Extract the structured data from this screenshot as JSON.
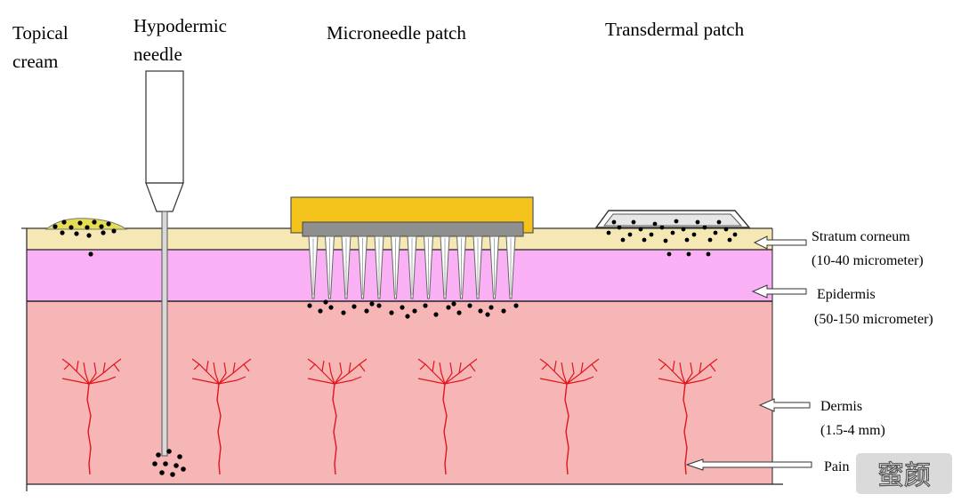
{
  "title_labels": {
    "topical_cream": [
      "Topical",
      "cream"
    ],
    "hypodermic_needle": [
      "Hypodermic",
      "needle"
    ],
    "microneedle_patch": "Microneedle patch",
    "transdermal_patch": "Transdermal patch"
  },
  "layers": {
    "stratum_corneum": [
      "Stratum corneum",
      "(10-40 micrometer)"
    ],
    "epidermis": [
      "Epidermis",
      "(50-150 micrometer)"
    ],
    "dermis": [
      "Dermis",
      "(1.5-4 mm)"
    ],
    "pain": "Pain"
  },
  "watermark": "蜜颜",
  "colors": {
    "stratum_corneum": "#f5e8b4",
    "epidermis": "#f9b0f4",
    "dermis": "#f7b6b6",
    "patch_gold": "#f3c21b",
    "patch_base": "#8f8f8f",
    "nerve": "#e0151b",
    "cream": "#e7dd55"
  },
  "microneedle_count": 13,
  "nerve_count": 6
}
